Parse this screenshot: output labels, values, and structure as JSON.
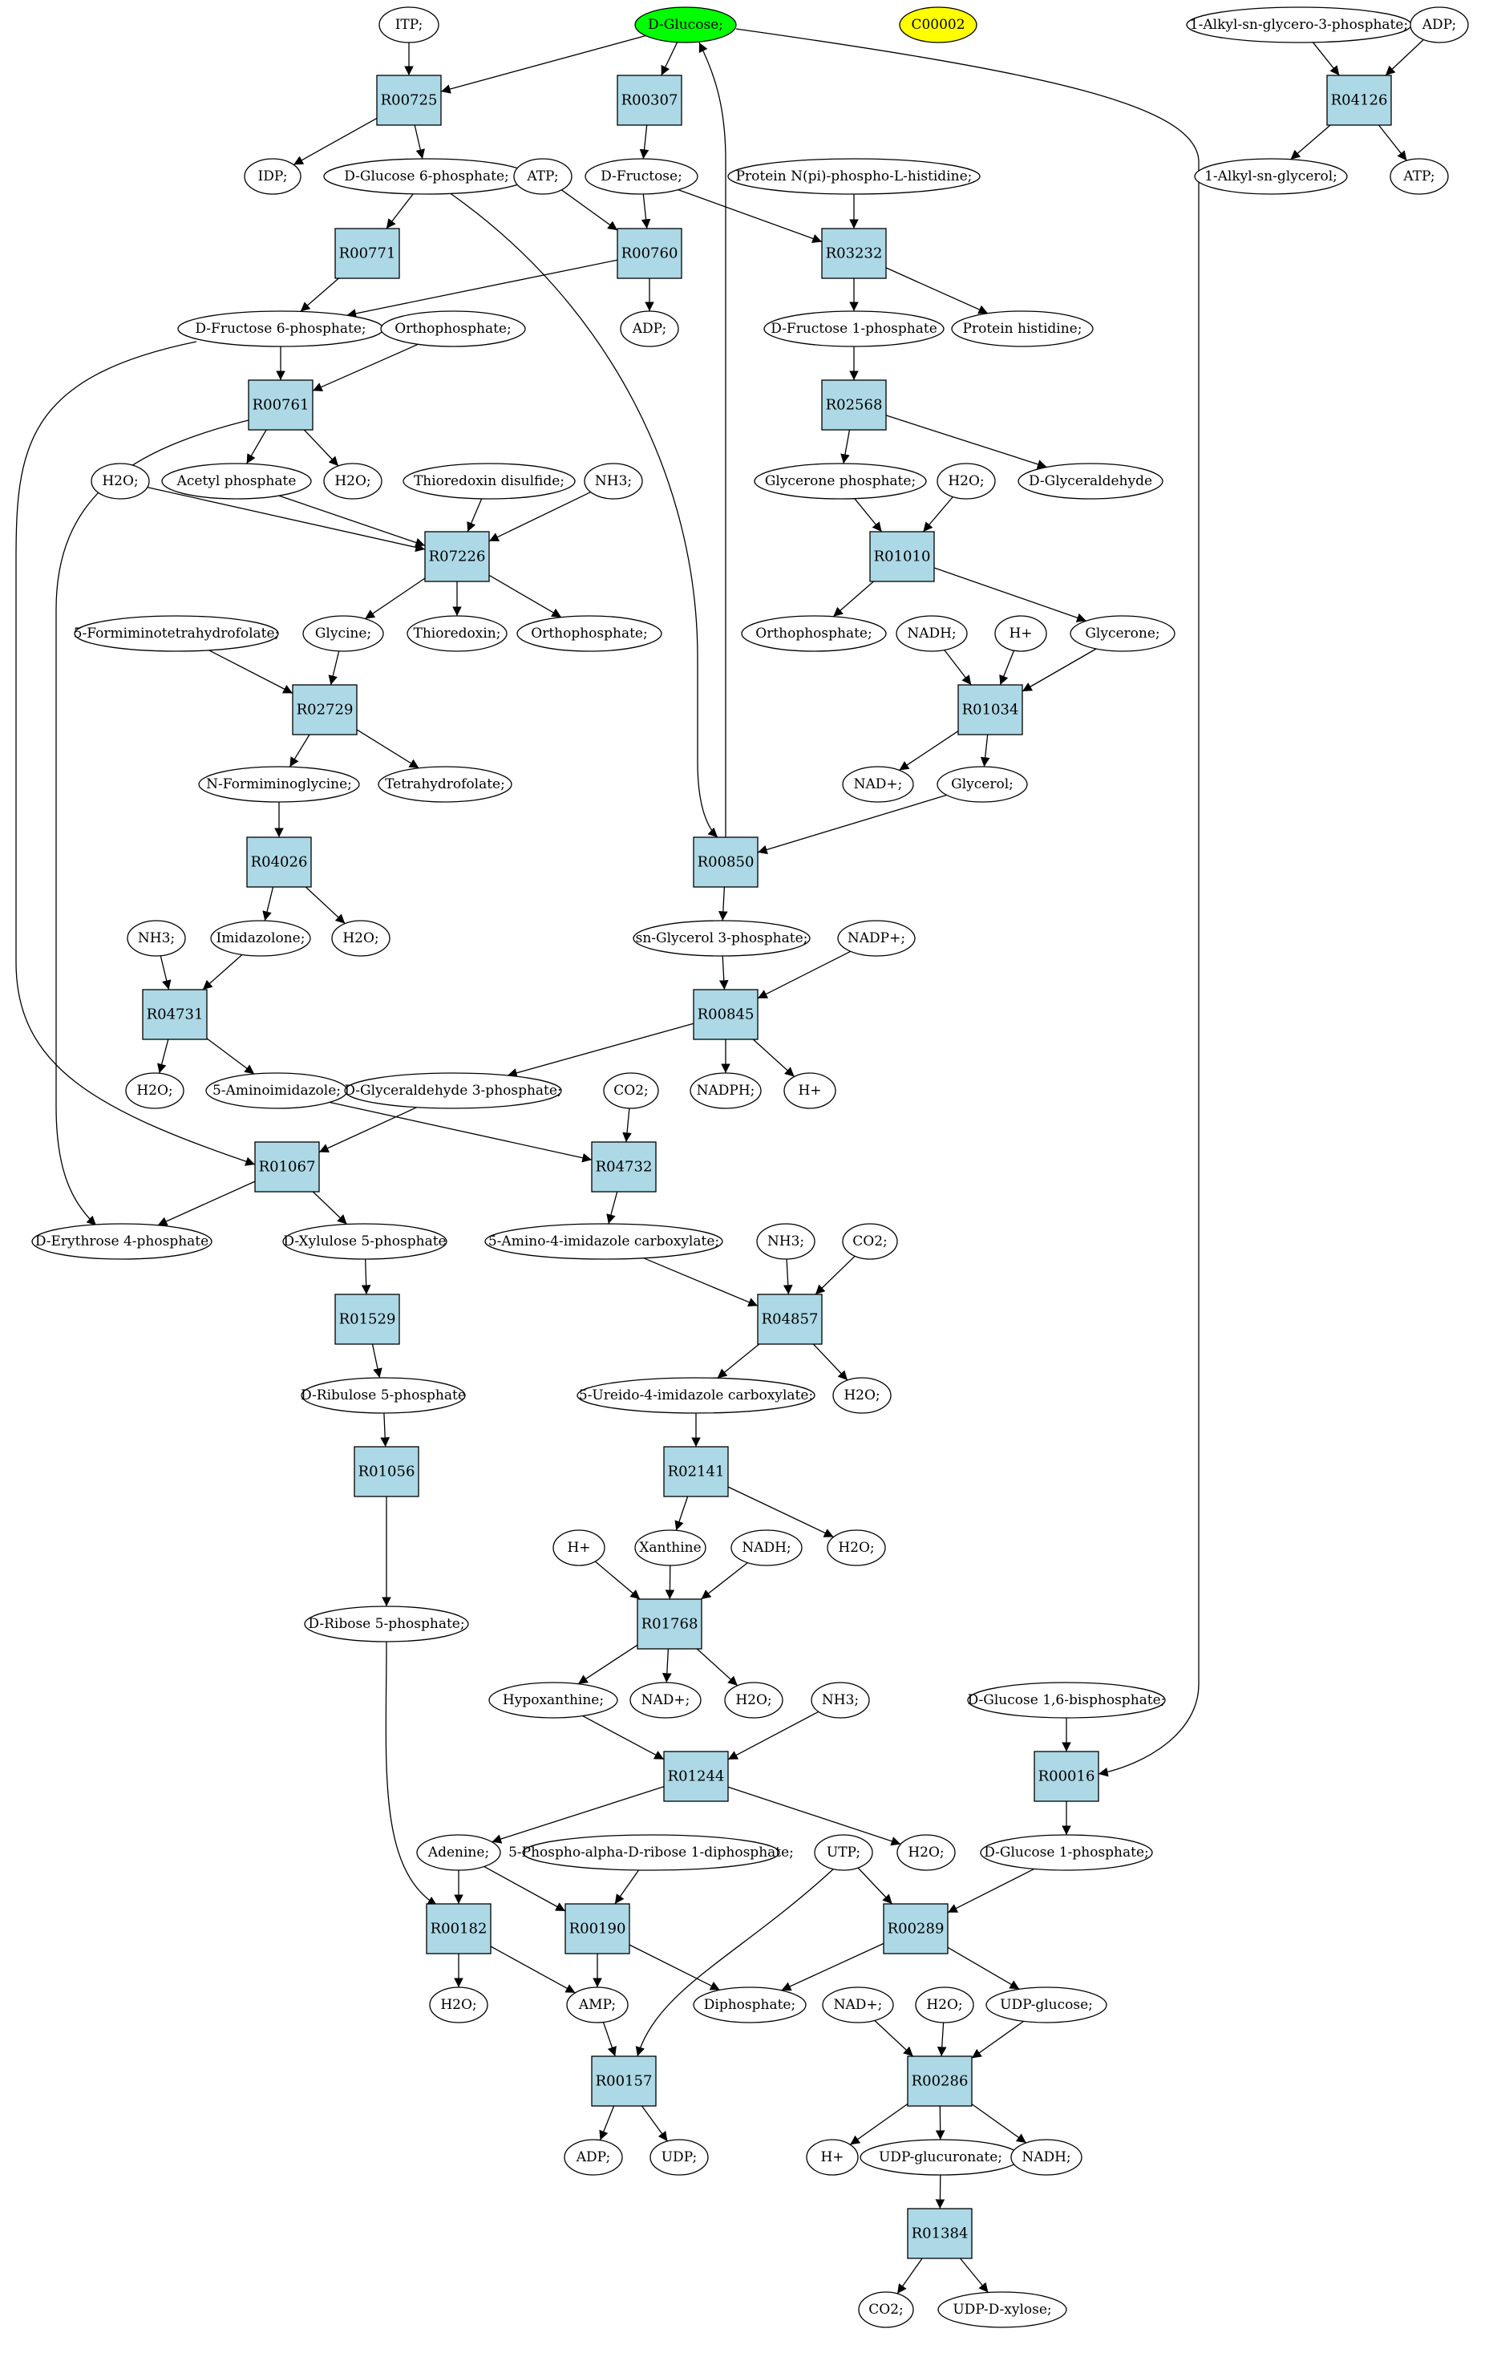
{
  "colors": {
    "background": "#ffffff",
    "reaction_fill": "#add8e6",
    "start_fill": "#00ff00",
    "highlight_fill": "#ffff00",
    "metabolite_fill": "#ffffff",
    "stroke": "#000000"
  },
  "nodes": [
    {
      "id": "ITP",
      "label": "ITP;",
      "kind": "met"
    },
    {
      "id": "GLC",
      "label": "D-Glucose;",
      "kind": "met",
      "fill": "start"
    },
    {
      "id": "C00002",
      "label": "C00002",
      "kind": "met",
      "fill": "highlight"
    },
    {
      "id": "ALKGP",
      "label": "1-Alkyl-sn-glycero-3-phosphate;",
      "kind": "met"
    },
    {
      "id": "ADP0",
      "label": "ADP;",
      "kind": "met"
    },
    {
      "id": "R00725",
      "label": "R00725",
      "kind": "rxn"
    },
    {
      "id": "R00307",
      "label": "R00307",
      "kind": "rxn"
    },
    {
      "id": "R04126",
      "label": "R04126",
      "kind": "rxn"
    },
    {
      "id": "IDP",
      "label": "IDP;",
      "kind": "met"
    },
    {
      "id": "G6P",
      "label": "D-Glucose 6-phosphate;",
      "kind": "met"
    },
    {
      "id": "ATP1",
      "label": "ATP;",
      "kind": "met"
    },
    {
      "id": "FRU",
      "label": "D-Fructose;",
      "kind": "met"
    },
    {
      "id": "PNPH",
      "label": "Protein N(pi)-phospho-L-histidine;",
      "kind": "met"
    },
    {
      "id": "ALKG",
      "label": "1-Alkyl-sn-glycerol;",
      "kind": "met"
    },
    {
      "id": "ATP2",
      "label": "ATP;",
      "kind": "met"
    },
    {
      "id": "R00771",
      "label": "R00771",
      "kind": "rxn"
    },
    {
      "id": "R00760",
      "label": "R00760",
      "kind": "rxn"
    },
    {
      "id": "R03232",
      "label": "R03232",
      "kind": "rxn"
    },
    {
      "id": "F6P",
      "label": "D-Fructose 6-phosphate;",
      "kind": "met"
    },
    {
      "id": "PI1",
      "label": "Orthophosphate;",
      "kind": "met"
    },
    {
      "id": "ADP1",
      "label": "ADP;",
      "kind": "met"
    },
    {
      "id": "F1P",
      "label": "D-Fructose 1-phosphate",
      "kind": "met"
    },
    {
      "id": "PHIS",
      "label": "Protein histidine;",
      "kind": "met"
    },
    {
      "id": "R00761",
      "label": "R00761",
      "kind": "rxn"
    },
    {
      "id": "R02568",
      "label": "R02568",
      "kind": "rxn"
    },
    {
      "id": "H2O1",
      "label": "H2O;",
      "kind": "met"
    },
    {
      "id": "ACP",
      "label": "Acetyl phosphate",
      "kind": "met"
    },
    {
      "id": "H2O2",
      "label": "H2O;",
      "kind": "met"
    },
    {
      "id": "TRXD",
      "label": "Thioredoxin disulfide;",
      "kind": "met"
    },
    {
      "id": "NH3a",
      "label": "NH3;",
      "kind": "met"
    },
    {
      "id": "GNP",
      "label": "Glycerone phosphate;",
      "kind": "met"
    },
    {
      "id": "H2O3",
      "label": "H2O;",
      "kind": "met"
    },
    {
      "id": "GLYALD",
      "label": "D-Glyceraldehyde",
      "kind": "met"
    },
    {
      "id": "R07226",
      "label": "R07226",
      "kind": "rxn"
    },
    {
      "id": "R01010",
      "label": "R01010",
      "kind": "rxn"
    },
    {
      "id": "FTHF",
      "label": "5-Formiminotetrahydrofolate;",
      "kind": "met"
    },
    {
      "id": "GLY",
      "label": "Glycine;",
      "kind": "met"
    },
    {
      "id": "TRX",
      "label": "Thioredoxin;",
      "kind": "met"
    },
    {
      "id": "PI2",
      "label": "Orthophosphate;",
      "kind": "met"
    },
    {
      "id": "PI3",
      "label": "Orthophosphate;",
      "kind": "met"
    },
    {
      "id": "NADH1",
      "label": "NADH;",
      "kind": "met"
    },
    {
      "id": "HP1",
      "label": "H+",
      "kind": "met"
    },
    {
      "id": "GLYC",
      "label": "Glycerone;",
      "kind": "met"
    },
    {
      "id": "R02729",
      "label": "R02729",
      "kind": "rxn"
    },
    {
      "id": "R01034",
      "label": "R01034",
      "kind": "rxn"
    },
    {
      "id": "FIGLY",
      "label": "N-Formiminoglycine;",
      "kind": "met"
    },
    {
      "id": "THF",
      "label": "Tetrahydrofolate;",
      "kind": "met"
    },
    {
      "id": "NADP1",
      "label": "NAD+;",
      "kind": "met"
    },
    {
      "id": "GOL",
      "label": "Glycerol;",
      "kind": "met"
    },
    {
      "id": "R04026",
      "label": "R04026",
      "kind": "rxn"
    },
    {
      "id": "R00850",
      "label": "R00850",
      "kind": "rxn"
    },
    {
      "id": "NH3b",
      "label": "NH3;",
      "kind": "met"
    },
    {
      "id": "IMDZ",
      "label": "Imidazolone;",
      "kind": "met"
    },
    {
      "id": "H2O4",
      "label": "H2O;",
      "kind": "met"
    },
    {
      "id": "SNG3P",
      "label": "sn-Glycerol 3-phosphate;",
      "kind": "met"
    },
    {
      "id": "NADPP",
      "label": "NADP+;",
      "kind": "met"
    },
    {
      "id": "R04731",
      "label": "R04731",
      "kind": "rxn"
    },
    {
      "id": "R00845",
      "label": "R00845",
      "kind": "rxn"
    },
    {
      "id": "H2O5",
      "label": "H2O;",
      "kind": "met"
    },
    {
      "id": "AIMDZ",
      "label": "5-Aminoimidazole;",
      "kind": "met"
    },
    {
      "id": "GAP",
      "label": "D-Glyceraldehyde 3-phosphate;",
      "kind": "met"
    },
    {
      "id": "CO2a",
      "label": "CO2;",
      "kind": "met"
    },
    {
      "id": "NADPH",
      "label": "NADPH;",
      "kind": "met"
    },
    {
      "id": "HP2",
      "label": "H+",
      "kind": "met"
    },
    {
      "id": "R01067",
      "label": "R01067",
      "kind": "rxn"
    },
    {
      "id": "R04732",
      "label": "R04732",
      "kind": "rxn"
    },
    {
      "id": "E4P",
      "label": "D-Erythrose 4-phosphate",
      "kind": "met"
    },
    {
      "id": "X5P",
      "label": "D-Xylulose 5-phosphate",
      "kind": "met"
    },
    {
      "id": "AICX",
      "label": "5-Amino-4-imidazole carboxylate;",
      "kind": "met"
    },
    {
      "id": "NH3c",
      "label": "NH3;",
      "kind": "met"
    },
    {
      "id": "CO2b",
      "label": "CO2;",
      "kind": "met"
    },
    {
      "id": "R01529",
      "label": "R01529",
      "kind": "rxn"
    },
    {
      "id": "R04857",
      "label": "R04857",
      "kind": "rxn"
    },
    {
      "id": "RU5P",
      "label": "D-Ribulose 5-phosphate",
      "kind": "met"
    },
    {
      "id": "UICX",
      "label": "5-Ureido-4-imidazole carboxylate;",
      "kind": "met"
    },
    {
      "id": "H2O6",
      "label": "H2O;",
      "kind": "met"
    },
    {
      "id": "R01056",
      "label": "R01056",
      "kind": "rxn"
    },
    {
      "id": "R02141",
      "label": "R02141",
      "kind": "rxn"
    },
    {
      "id": "HP3",
      "label": "H+",
      "kind": "met"
    },
    {
      "id": "XAN",
      "label": "Xanthine",
      "kind": "met"
    },
    {
      "id": "NADH2",
      "label": "NADH;",
      "kind": "met"
    },
    {
      "id": "H2O7",
      "label": "H2O;",
      "kind": "met"
    },
    {
      "id": "R5P",
      "label": "D-Ribose 5-phosphate;",
      "kind": "met"
    },
    {
      "id": "R01768",
      "label": "R01768",
      "kind": "rxn"
    },
    {
      "id": "HYP",
      "label": "Hypoxanthine;",
      "kind": "met"
    },
    {
      "id": "NADP2",
      "label": "NAD+;",
      "kind": "met"
    },
    {
      "id": "H2O8",
      "label": "H2O;",
      "kind": "met"
    },
    {
      "id": "NH3d",
      "label": "NH3;",
      "kind": "met"
    },
    {
      "id": "G16BP",
      "label": "D-Glucose 1,6-bisphosphate;",
      "kind": "met"
    },
    {
      "id": "R01244",
      "label": "R01244",
      "kind": "rxn"
    },
    {
      "id": "R00016",
      "label": "R00016",
      "kind": "rxn"
    },
    {
      "id": "ADE",
      "label": "Adenine;",
      "kind": "met"
    },
    {
      "id": "PRPP",
      "label": "5-Phospho-alpha-D-ribose 1-diphosphate;",
      "kind": "met"
    },
    {
      "id": "UTP",
      "label": "UTP;",
      "kind": "met"
    },
    {
      "id": "H2O9",
      "label": "H2O;",
      "kind": "met"
    },
    {
      "id": "G1P",
      "label": "D-Glucose 1-phosphate;",
      "kind": "met"
    },
    {
      "id": "R00182",
      "label": "R00182",
      "kind": "rxn"
    },
    {
      "id": "R00190",
      "label": "R00190",
      "kind": "rxn"
    },
    {
      "id": "R00289",
      "label": "R00289",
      "kind": "rxn"
    },
    {
      "id": "H2O10",
      "label": "H2O;",
      "kind": "met"
    },
    {
      "id": "AMP",
      "label": "AMP;",
      "kind": "met"
    },
    {
      "id": "PPI",
      "label": "Diphosphate;",
      "kind": "met"
    },
    {
      "id": "NADP3",
      "label": "NAD+;",
      "kind": "met"
    },
    {
      "id": "H2O11",
      "label": "H2O;",
      "kind": "met"
    },
    {
      "id": "UDPG",
      "label": "UDP-glucose;",
      "kind": "met"
    },
    {
      "id": "R00157",
      "label": "R00157",
      "kind": "rxn"
    },
    {
      "id": "R00286",
      "label": "R00286",
      "kind": "rxn"
    },
    {
      "id": "ADP2",
      "label": "ADP;",
      "kind": "met"
    },
    {
      "id": "UDP",
      "label": "UDP;",
      "kind": "met"
    },
    {
      "id": "HP4",
      "label": "H+",
      "kind": "met"
    },
    {
      "id": "UDPGA",
      "label": "UDP-glucuronate;",
      "kind": "met"
    },
    {
      "id": "NADH3",
      "label": "NADH;",
      "kind": "met"
    },
    {
      "id": "R01384",
      "label": "R01384",
      "kind": "rxn"
    },
    {
      "id": "CO2c",
      "label": "CO2;",
      "kind": "met"
    },
    {
      "id": "UDPX",
      "label": "UDP-D-xylose;",
      "kind": "met"
    }
  ],
  "edges": [
    [
      "GLC",
      "R00725"
    ],
    [
      "ITP",
      "R00725"
    ],
    [
      "R00725",
      "IDP"
    ],
    [
      "R00725",
      "G6P"
    ],
    [
      "GLC",
      "R00307"
    ],
    [
      "R00307",
      "FRU"
    ],
    [
      "ALKGP",
      "R04126"
    ],
    [
      "ADP0",
      "R04126"
    ],
    [
      "R04126",
      "ALKG"
    ],
    [
      "R04126",
      "ATP2"
    ],
    [
      "G6P",
      "R00771"
    ],
    [
      "R00771",
      "F6P"
    ],
    [
      "ATP1",
      "R00760"
    ],
    [
      "FRU",
      "R00760"
    ],
    [
      "R00760",
      "F6P"
    ],
    [
      "R00760",
      "ADP1"
    ],
    [
      "FRU",
      "R03232"
    ],
    [
      "PNPH",
      "R03232"
    ],
    [
      "R03232",
      "F1P"
    ],
    [
      "R03232",
      "PHIS"
    ],
    [
      "F6P",
      "R00761"
    ],
    [
      "PI1",
      "R00761"
    ],
    [
      "R00761",
      "ACP"
    ],
    [
      "R00761",
      "H2O2"
    ],
    [
      "F1P",
      "R02568"
    ],
    [
      "R02568",
      "GNP"
    ],
    [
      "R02568",
      "GLYALD"
    ],
    [
      "H2O1",
      "R07226"
    ],
    [
      "ACP",
      "R07226"
    ],
    [
      "TRXD",
      "R07226"
    ],
    [
      "NH3a",
      "R07226"
    ],
    [
      "R07226",
      "GLY"
    ],
    [
      "R07226",
      "TRX"
    ],
    [
      "R07226",
      "PI2"
    ],
    [
      "GNP",
      "R01010"
    ],
    [
      "H2O3",
      "R01010"
    ],
    [
      "R01010",
      "PI3"
    ],
    [
      "R01010",
      "GLYC"
    ],
    [
      "FTHF",
      "R02729"
    ],
    [
      "GLY",
      "R02729"
    ],
    [
      "R02729",
      "FIGLY"
    ],
    [
      "R02729",
      "THF"
    ],
    [
      "NADH1",
      "R01034"
    ],
    [
      "HP1",
      "R01034"
    ],
    [
      "GLYC",
      "R01034"
    ],
    [
      "R01034",
      "NADP1"
    ],
    [
      "R01034",
      "GOL"
    ],
    [
      "FIGLY",
      "R04026"
    ],
    [
      "R04026",
      "IMDZ"
    ],
    [
      "R04026",
      "H2O4"
    ],
    [
      "GOL",
      "R00850"
    ],
    [
      "G6P",
      "R00850"
    ],
    [
      "R00850",
      "GLC"
    ],
    [
      "R00850",
      "SNG3P"
    ],
    [
      "NH3b",
      "R04731"
    ],
    [
      "IMDZ",
      "R04731"
    ],
    [
      "R04731",
      "H2O5"
    ],
    [
      "R04731",
      "AIMDZ"
    ],
    [
      "SNG3P",
      "R00845"
    ],
    [
      "NADPP",
      "R00845"
    ],
    [
      "R00845",
      "GAP"
    ],
    [
      "R00845",
      "NADPH"
    ],
    [
      "R00845",
      "HP2"
    ],
    [
      "GAP",
      "R01067"
    ],
    [
      "F6P",
      "R01067"
    ],
    [
      "R01067",
      "E4P"
    ],
    [
      "R01067",
      "X5P"
    ],
    [
      "R00761",
      "E4P"
    ],
    [
      "AIMDZ",
      "R04732"
    ],
    [
      "CO2a",
      "R04732"
    ],
    [
      "R04732",
      "AICX"
    ],
    [
      "X5P",
      "R01529"
    ],
    [
      "R01529",
      "RU5P"
    ],
    [
      "AICX",
      "R04857"
    ],
    [
      "NH3c",
      "R04857"
    ],
    [
      "CO2b",
      "R04857"
    ],
    [
      "R04857",
      "UICX"
    ],
    [
      "R04857",
      "H2O6"
    ],
    [
      "RU5P",
      "R01056"
    ],
    [
      "R01056",
      "R5P"
    ],
    [
      "UICX",
      "R02141"
    ],
    [
      "R02141",
      "XAN"
    ],
    [
      "R02141",
      "H2O7"
    ],
    [
      "HP3",
      "R01768"
    ],
    [
      "XAN",
      "R01768"
    ],
    [
      "NADH2",
      "R01768"
    ],
    [
      "R01768",
      "HYP"
    ],
    [
      "R01768",
      "NADP2"
    ],
    [
      "R01768",
      "H2O8"
    ],
    [
      "HYP",
      "R01244"
    ],
    [
      "NH3d",
      "R01244"
    ],
    [
      "R01244",
      "ADE"
    ],
    [
      "R01244",
      "H2O9"
    ],
    [
      "GLC",
      "R00016"
    ],
    [
      "G16BP",
      "R00016"
    ],
    [
      "R00016",
      "G1P"
    ],
    [
      "R5P",
      "R00182"
    ],
    [
      "ADE",
      "R00182"
    ],
    [
      "R00182",
      "H2O10"
    ],
    [
      "R00182",
      "AMP"
    ],
    [
      "ADE",
      "R00190"
    ],
    [
      "PRPP",
      "R00190"
    ],
    [
      "R00190",
      "AMP"
    ],
    [
      "R00190",
      "PPI"
    ],
    [
      "UTP",
      "R00289"
    ],
    [
      "G1P",
      "R00289"
    ],
    [
      "R00289",
      "PPI"
    ],
    [
      "R00289",
      "UDPG"
    ],
    [
      "AMP",
      "R00157"
    ],
    [
      "UTP",
      "R00157"
    ],
    [
      "R00157",
      "ADP2"
    ],
    [
      "R00157",
      "UDP"
    ],
    [
      "NADP3",
      "R00286"
    ],
    [
      "H2O11",
      "R00286"
    ],
    [
      "UDPG",
      "R00286"
    ],
    [
      "R00286",
      "HP4"
    ],
    [
      "R00286",
      "UDPGA"
    ],
    [
      "R00286",
      "NADH3"
    ],
    [
      "UDPGA",
      "R01384"
    ],
    [
      "R01384",
      "CO2c"
    ],
    [
      "R01384",
      "UDPX"
    ]
  ]
}
